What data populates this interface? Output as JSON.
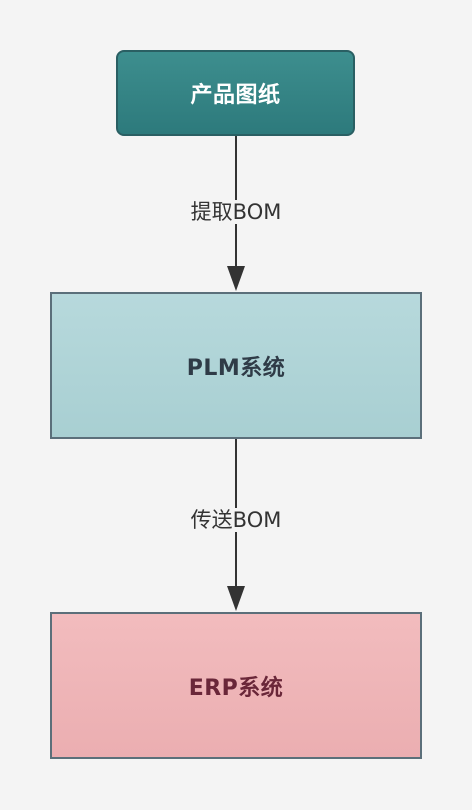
{
  "nodes": {
    "drawing": "产品图纸",
    "plm": "PLM系统",
    "erp": "ERP系统"
  },
  "edges": {
    "extract": "提取BOM",
    "transfer": "传送BOM"
  },
  "colors": {
    "drawing_fill": "#2f7d7f",
    "plm_fill": "#b2d6d9",
    "erp_fill": "#efb6b8",
    "arrow": "#333333",
    "background": "#f4f4f4"
  }
}
